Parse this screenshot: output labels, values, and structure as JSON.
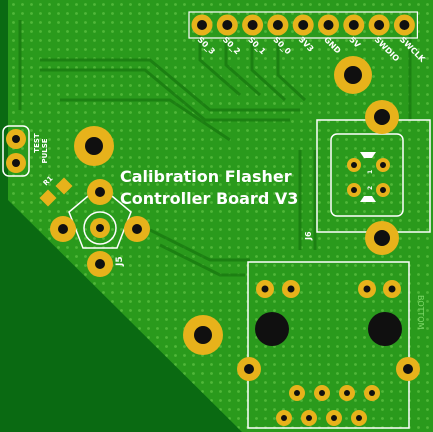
{
  "board": {
    "title_line1": "Calibration Flasher",
    "title_line2": "Controller Board V3",
    "colors": {
      "substrate": "#0a6a12",
      "copper_pour": "#2a9a1c",
      "trace": "#1f8a14",
      "pad_gold": "#e7b21b",
      "silkscreen": "#ffffff",
      "drill": "#101010"
    }
  },
  "header_pins": [
    "S0_3",
    "S0_2",
    "S0_1",
    "S0_0",
    "3V3",
    "GND",
    "5V",
    "SWDIO",
    "SWCLK"
  ],
  "test_header": {
    "line1": "TEST",
    "line2": "PULSE"
  },
  "components": {
    "resistor_ref": "R1",
    "connector_j5": "J5",
    "connector_j6": "J6",
    "connector_j6_pin1": "1",
    "connector_j6_pin2": "2",
    "bottom_label": "BOTTOM"
  }
}
